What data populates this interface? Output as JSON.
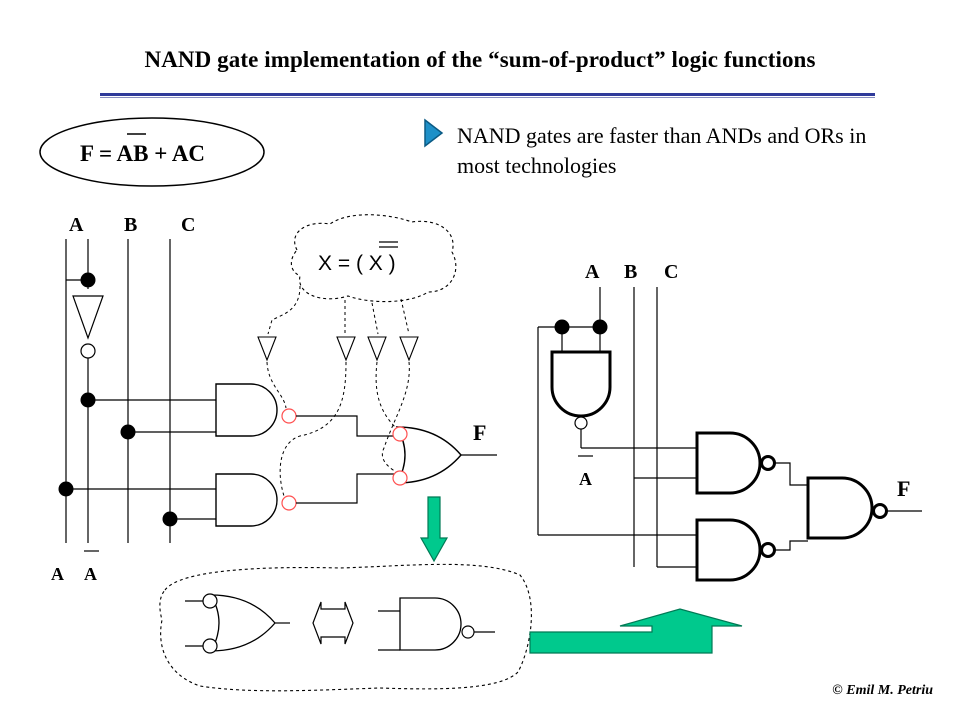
{
  "slide": {
    "title": "NAND gate implementation of the “sum-of-product” logic functions",
    "bullet": "NAND gates are faster than ANDs and ORs in most technologies",
    "copyright": "©  Emil M. Petriu"
  },
  "formula": {
    "text": "F = AB + AC",
    "overbar_on": "A"
  },
  "annotation": {
    "text": "X = ( X )",
    "note": "double overbar on X"
  },
  "left_circuit": {
    "inputs": [
      "A",
      "B",
      "C"
    ],
    "bottom_labels": [
      "A",
      "A"
    ],
    "output": "F"
  },
  "right_circuit": {
    "inputs": [
      "A",
      "B",
      "C"
    ],
    "inverted_label": "A",
    "output": "F"
  },
  "colors": {
    "title_rule": "#2f3a9a",
    "bullet_arrow": "#1e90c8",
    "flow_arrow": "#00c98d",
    "bubble_highlight": "#ff5050"
  }
}
